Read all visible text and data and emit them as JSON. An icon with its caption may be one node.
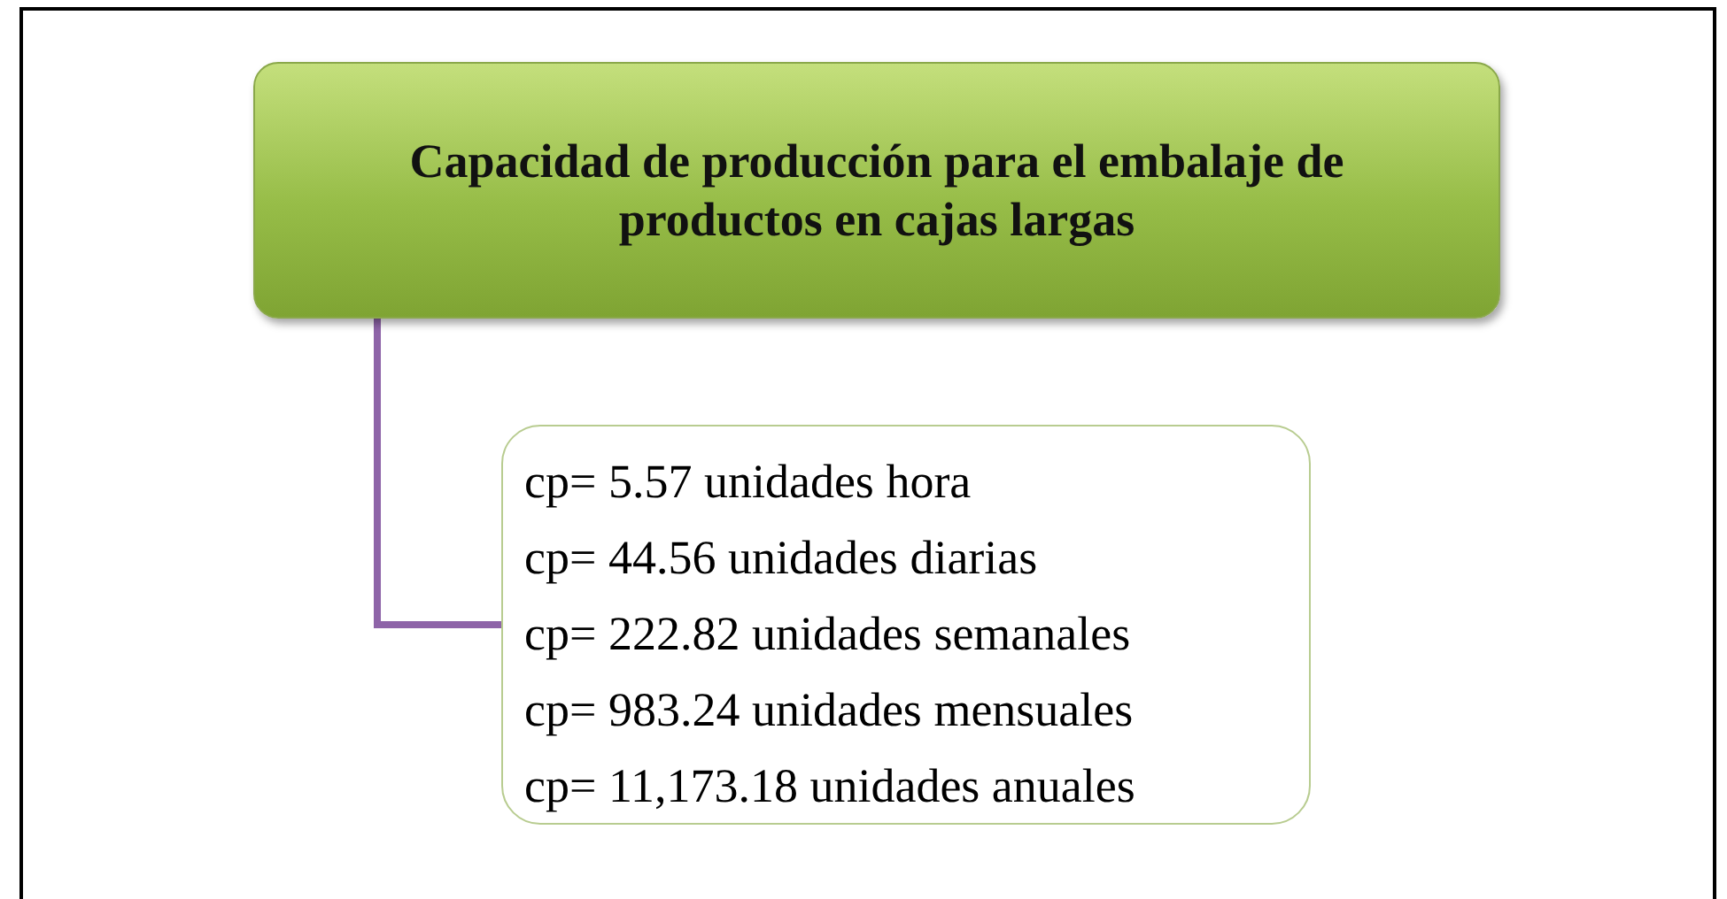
{
  "diagram": {
    "nodes": [
      {
        "text": [
          "Capacidad de producción para el embalaje de productos en cajas largas"
        ]
      },
      {
        "text": [
          "cp= 5.57 unidades hora",
          "cp= 44.56 unidades diarias",
          "cp= 222.82 unidades semanales",
          "cp= 983.24 unidades mensuales",
          "cp= 11,173.18 unidades anuales"
        ]
      }
    ],
    "edges": [
      {
        "from": 0,
        "to": 1,
        "arrow": "none",
        "color": "#8e64a8"
      }
    ]
  }
}
